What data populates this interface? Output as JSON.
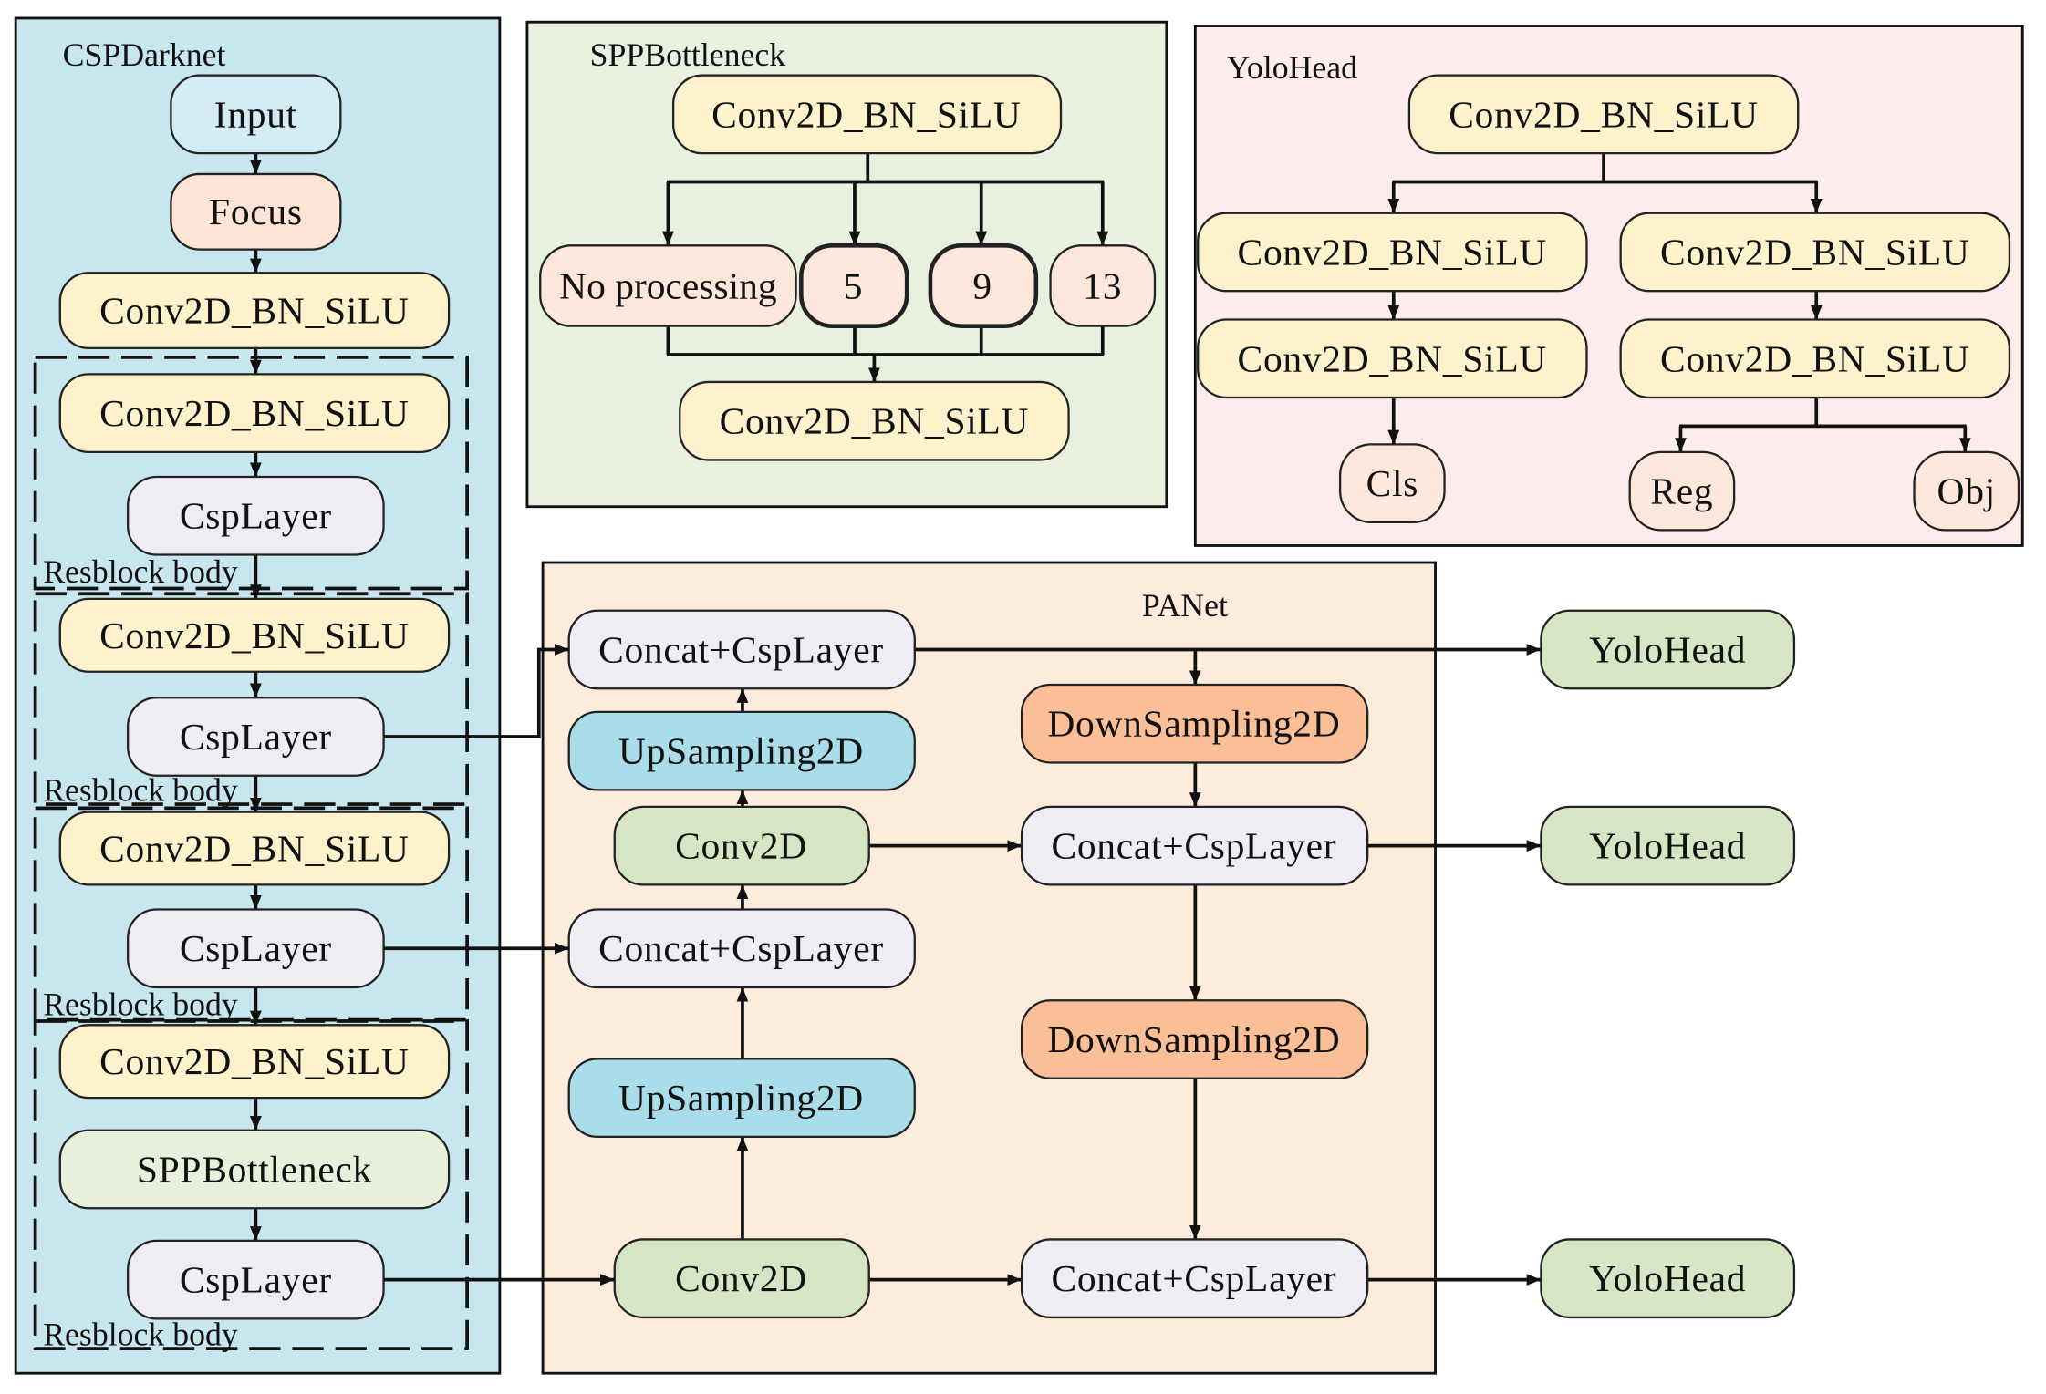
{
  "cspdarknet": {
    "title": "CSPDarknet",
    "input": "Input",
    "focus": "Focus",
    "stem_conv": "Conv2D_BN_SiLU",
    "resblocks": [
      {
        "label": "Resblock body",
        "conv": "Conv2D_BN_SiLU",
        "csp": "CspLayer"
      },
      {
        "label": "Resblock body",
        "conv": "Conv2D_BN_SiLU",
        "csp": "CspLayer"
      },
      {
        "label": "Resblock body",
        "conv": "Conv2D_BN_SiLU",
        "csp": "CspLayer"
      },
      {
        "label": "Resblock body",
        "conv": "Conv2D_BN_SiLU",
        "spp": "SPPBottleneck",
        "csp": "CspLayer"
      }
    ]
  },
  "spp_bottleneck": {
    "title": "SPPBottleneck",
    "input_conv": "Conv2D_BN_SiLU",
    "branches": [
      "No processing",
      "5",
      "9",
      "13"
    ],
    "output_conv": "Conv2D_BN_SiLU"
  },
  "yolo_head": {
    "title": "YoloHead",
    "stem_conv": "Conv2D_BN_SiLU",
    "cls_branch": [
      "Conv2D_BN_SiLU",
      "Conv2D_BN_SiLU"
    ],
    "reg_obj_branch": [
      "Conv2D_BN_SiLU",
      "Conv2D_BN_SiLU"
    ],
    "outputs": {
      "cls": "Cls",
      "reg": "Reg",
      "obj": "Obj"
    }
  },
  "panet": {
    "title": "PANet",
    "top_down": {
      "concat_top": "Concat+CspLayer",
      "upsample_top": "UpSampling2D",
      "conv_mid": "Conv2D",
      "concat_mid": "Concat+CspLayer",
      "upsample_bottom": "UpSampling2D",
      "conv_bottom": "Conv2D"
    },
    "bottom_up": {
      "downsample_top": "DownSampling2D",
      "concat_mid": "Concat+CspLayer",
      "downsample_bottom": "DownSampling2D",
      "concat_bottom": "Concat+CspLayer"
    }
  },
  "head_outputs": [
    "YoloHead",
    "YoloHead",
    "YoloHead"
  ],
  "colors": {
    "cspdarknet_panel": "#c8e6ee",
    "spp_panel": "#e8f0df",
    "yolohead_panel": "#fdeceb",
    "panet_panel": "#fdebdc",
    "input": "#d4ecf3",
    "conv_bn_silu": "#fdf2cc",
    "focus": "#fde4d4",
    "csp_layer": "#efecf3",
    "spp_block": "#e8f0dc",
    "pool_branch": "#fde7da",
    "upsampling": "#a9dde9",
    "conv2d": "#d6e6c5",
    "downsampling": "#fbbf97",
    "yolohead_block": "#d6e6c5",
    "head_output": "#fde7da"
  }
}
